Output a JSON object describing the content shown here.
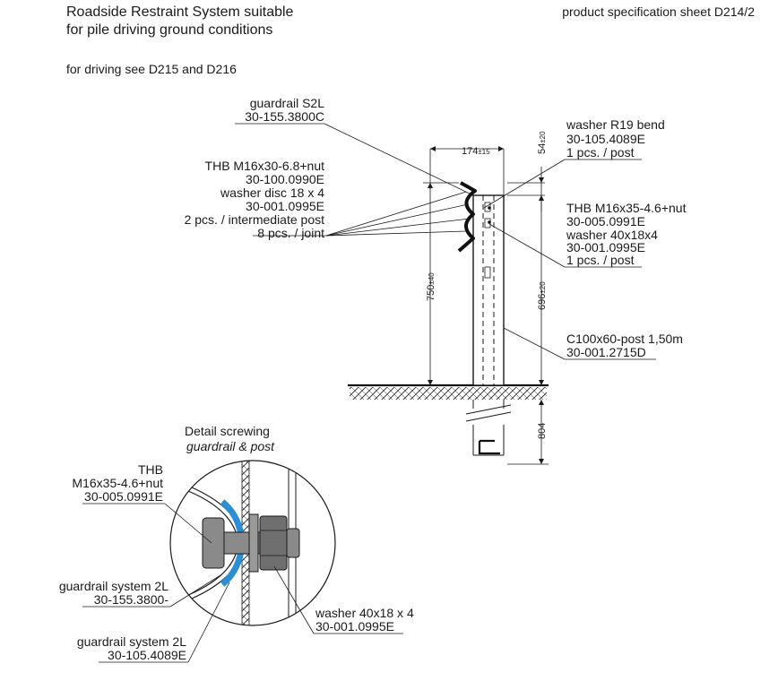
{
  "header": {
    "title_line1": "Roadside Restraint System suitable",
    "title_line2": "for pile driving ground conditions",
    "sheet_ref": "product specification sheet D214/2",
    "driving_note": "for driving see D215 and D216"
  },
  "callouts": {
    "guardrail_s2l": {
      "name": "guardrail S2L",
      "code": "30-155.3800C"
    },
    "thb_m16x30": {
      "line1": "THB M16x30-6.8+nut",
      "line2": "30-100.0990E",
      "line3": "washer disc 18 x 4",
      "line4": "30-001.0995E",
      "line5": "2 pcs. / intermediate post",
      "line6": "8 pcs. / joint"
    },
    "washer_r19": {
      "name": "washer R19 bend",
      "code": "30-105.4089E",
      "qty": "1 pcs. / post"
    },
    "thb_m16x35": {
      "name": "THB M16x35-4.6+nut",
      "code": "30-005.0991E",
      "washer": "washer 40x18x4",
      "washer_code": "30-001.0995E",
      "qty": "1 pcs. / post"
    },
    "post": {
      "name": "C100x60-post 1,50m",
      "code": "30-001.2715D"
    }
  },
  "dimensions": {
    "width_174": "174",
    "width_174_tol": "±15",
    "top_54": "54",
    "top_54_tol": "±20",
    "height_750": "750",
    "height_750_tol": "±40",
    "height_696": "696",
    "height_696_tol": "±20",
    "depth_804": "804"
  },
  "detail": {
    "title": "Detail screwing",
    "subtitle": "guardrail & post",
    "thb_line1": "THB",
    "thb_line2": "M16x35-4.6+nut",
    "thb_line3": "30-005.0991E",
    "gr_system_a_name": "guardrail system 2L",
    "gr_system_a_code": "30-155.3800-",
    "gr_system_b_name": "guardrail system 2L",
    "gr_system_b_code": "30-105.4089E",
    "washer_name": "washer 40x18 x 4",
    "washer_code": "30-001.0995E"
  },
  "colors": {
    "ink": "#1a1a1a",
    "accent_blue": "#2a8fd4",
    "bolt_gray": "#8a8a8a",
    "bolt_dark": "#6f6f6f"
  }
}
